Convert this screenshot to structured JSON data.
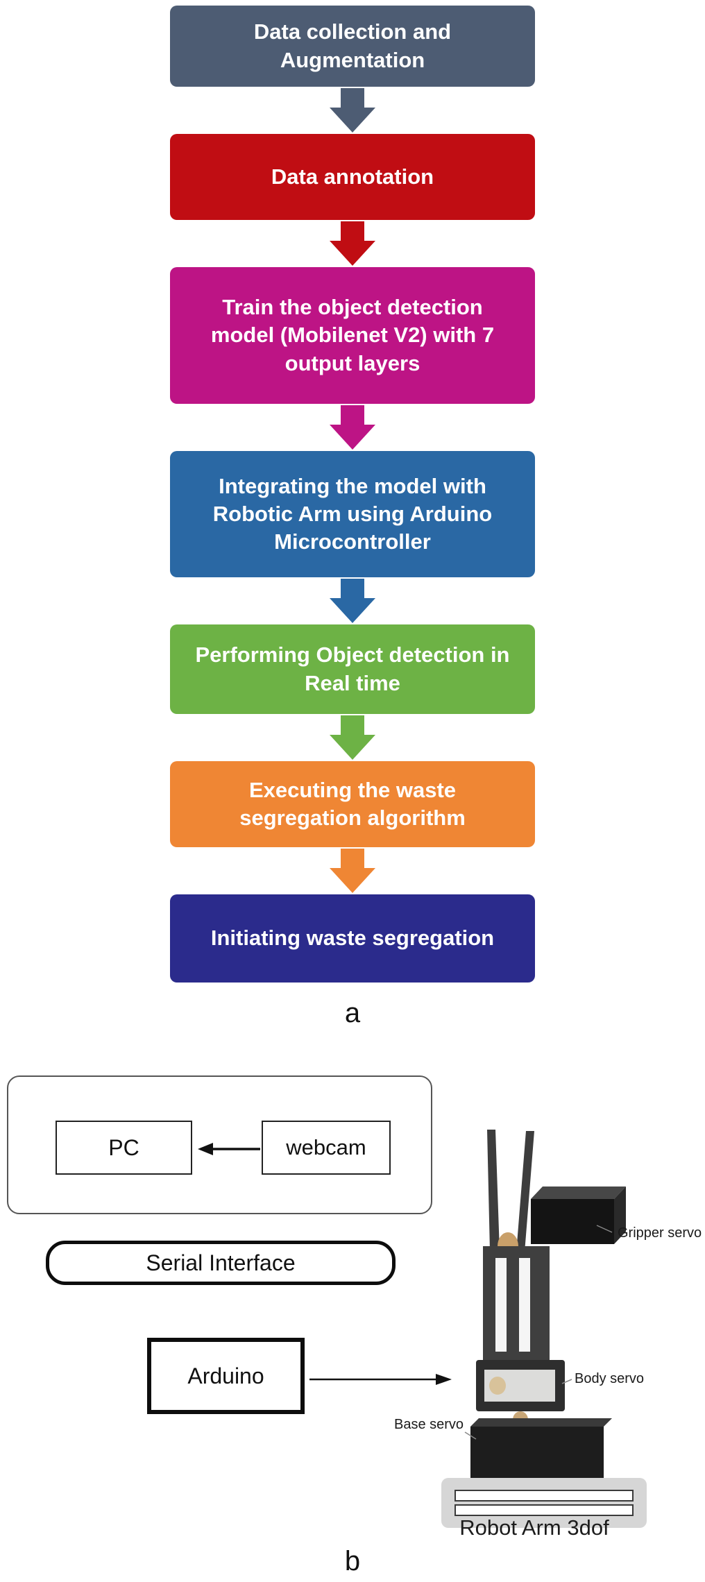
{
  "figure": {
    "caption_a": "a",
    "caption_b": "b"
  },
  "flowchart": {
    "steps": [
      {
        "label": "Data collection and Augmentation",
        "color": "#4d5c73"
      },
      {
        "label": "Data annotation",
        "color": "#c00d13"
      },
      {
        "label": "Train the object detection model (Mobilenet V2) with 7 output layers",
        "color": "#bd1485"
      },
      {
        "label": "Integrating the model with Robotic Arm using Arduino Microcontroller",
        "color": "#2a68a4"
      },
      {
        "label": "Performing Object detection in Real time",
        "color": "#6db245"
      },
      {
        "label": "Executing the waste segregation algorithm",
        "color": "#ef8634"
      },
      {
        "label": "Initiating waste segregation",
        "color": "#2b2b8c"
      }
    ]
  },
  "block_diagram": {
    "pc": "PC",
    "webcam": "webcam",
    "serial_interface": "Serial Interface",
    "arduino": "Arduino",
    "labels": {
      "gripper_servo": "Gripper servo",
      "body_servo": "Body servo",
      "base_servo": "Base servo"
    },
    "robot_caption": "Robot Arm 3dof"
  }
}
